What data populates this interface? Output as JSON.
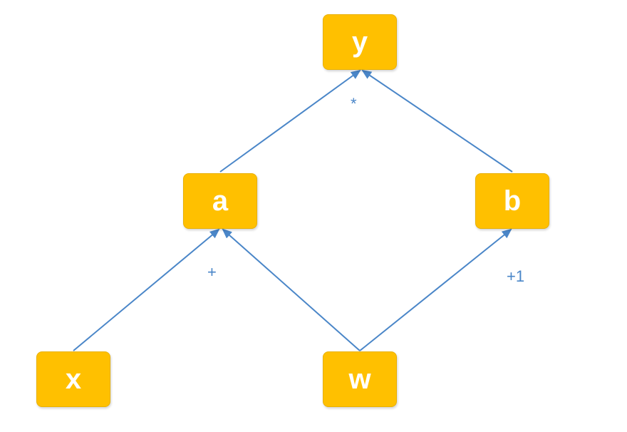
{
  "nodes": {
    "y": "y",
    "a": "a",
    "b": "b",
    "x": "x",
    "w": "w"
  },
  "operations": {
    "multiply": "*",
    "add": "+",
    "add_one": "+1"
  },
  "colors": {
    "node_fill": "#FFC000",
    "node_text": "#FFFFFF",
    "edge": "#4A86C8"
  }
}
